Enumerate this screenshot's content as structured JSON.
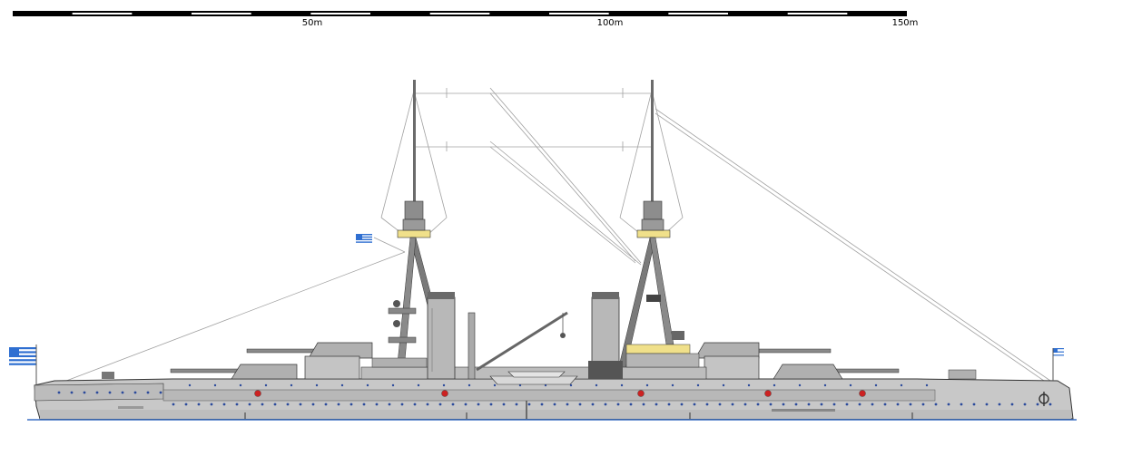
{
  "scale": {
    "labels": [
      "50m",
      "100m",
      "150m"
    ],
    "segments": 15
  },
  "colors": {
    "hull": "#c8c8c8",
    "hull_dark": "#9a9a9a",
    "deck": "#b4b4b4",
    "superstructure": "#bdbdbd",
    "outline": "#333333",
    "waterline": "#3a6fc4",
    "porthole": "#2b4a9c",
    "flag_blue": "#2f6fd1",
    "platform_yellow": "#f0e08a",
    "emblem_red": "#cc2222",
    "rigging": "#9a9a9a"
  },
  "flags": [
    "greek-flag"
  ],
  "icons": [
    "anchor-icon"
  ]
}
